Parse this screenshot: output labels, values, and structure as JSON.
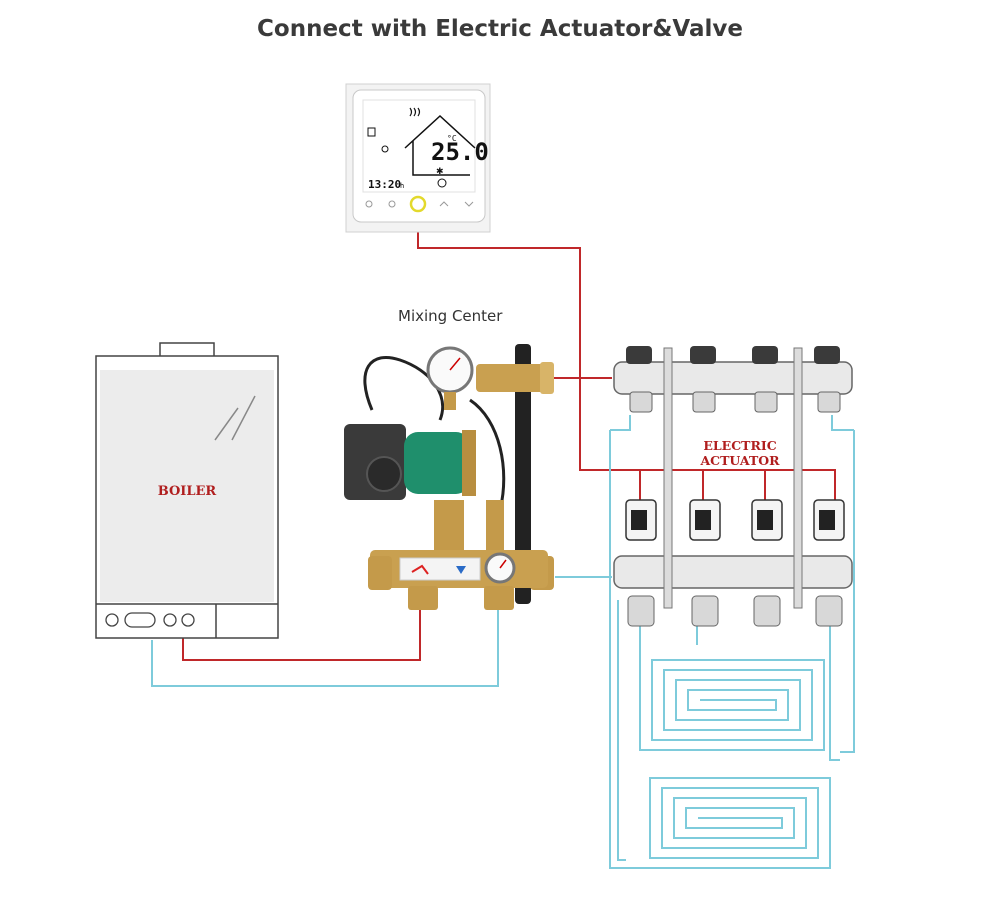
{
  "title": "Connect with Electric Actuator&Valve",
  "labels": {
    "mixing_center": "Mixing Center",
    "boiler": "BOILER",
    "electric_actuator_line1": "ELECTRIC",
    "electric_actuator_line2": "ACTUATOR"
  },
  "thermostat": {
    "temperature": "25.0",
    "unit": "°C",
    "time": "13:20",
    "time_suffix": "h"
  },
  "colors": {
    "supply_pipe": "#c0282a",
    "return_pipe": "#7ecbdb",
    "label_red": "#b01e1e"
  }
}
